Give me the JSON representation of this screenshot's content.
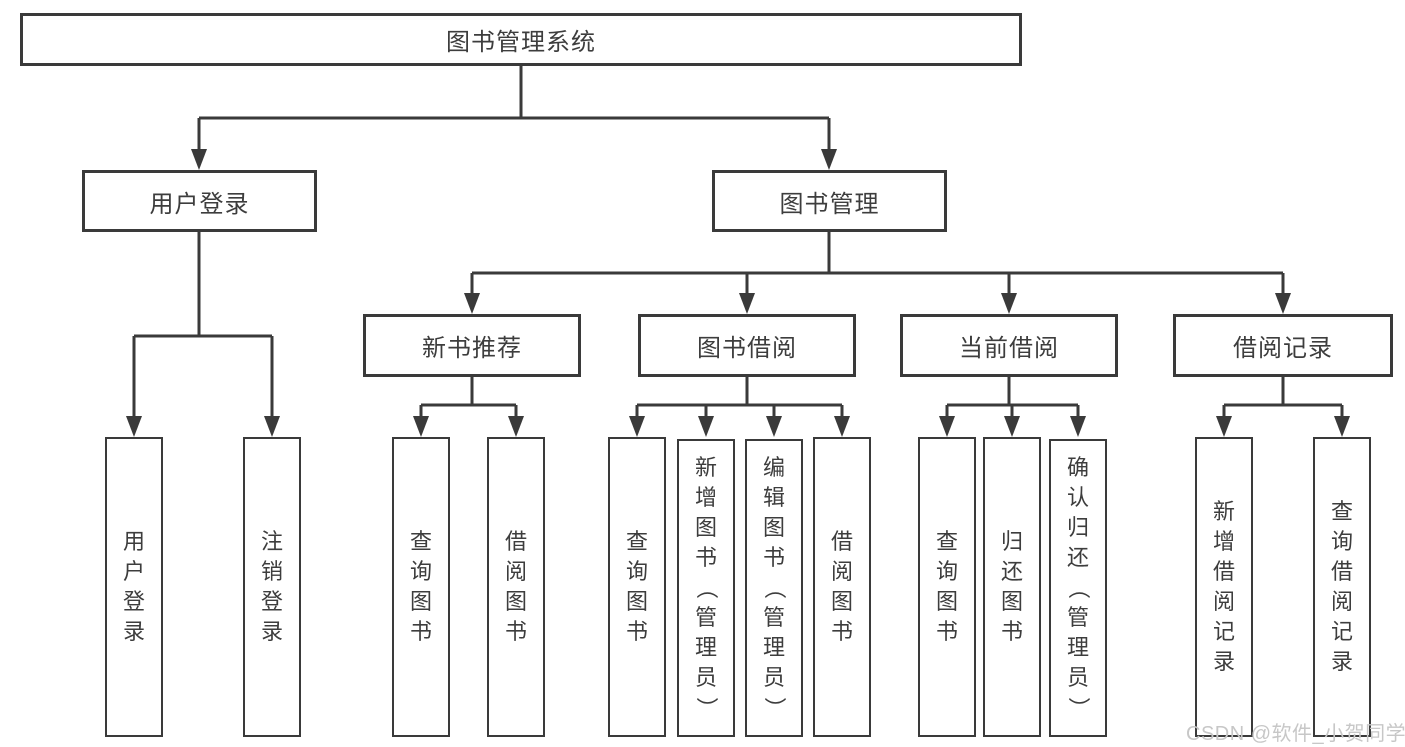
{
  "diagram_type": "hierarchy-tree",
  "structure": {
    "root": "图书管理系统",
    "children": [
      {
        "label": "用户登录",
        "children": [
          "用户登录",
          "注销登录"
        ]
      },
      {
        "label": "图书管理",
        "children": [
          {
            "label": "新书推荐",
            "children": [
              "查询图书",
              "借阅图书"
            ]
          },
          {
            "label": "图书借阅",
            "children": [
              "查询图书",
              "新增图书（管理员）",
              "编辑图书（管理员）",
              "借阅图书"
            ]
          },
          {
            "label": "当前借阅",
            "children": [
              "查询图书",
              "归还图书",
              "确认归还（管理员）"
            ]
          },
          {
            "label": "借阅记录",
            "children": [
              "新增借阅记录",
              "查询借阅记录"
            ]
          }
        ]
      }
    ]
  },
  "watermark": "CSDN @软件_小贺同学",
  "colors": {
    "line": "#3a3a3a",
    "text": "#3d3d3d",
    "box_background": "#ffffff",
    "page_background": "#ffffff",
    "watermark": "#c7c7c7"
  }
}
